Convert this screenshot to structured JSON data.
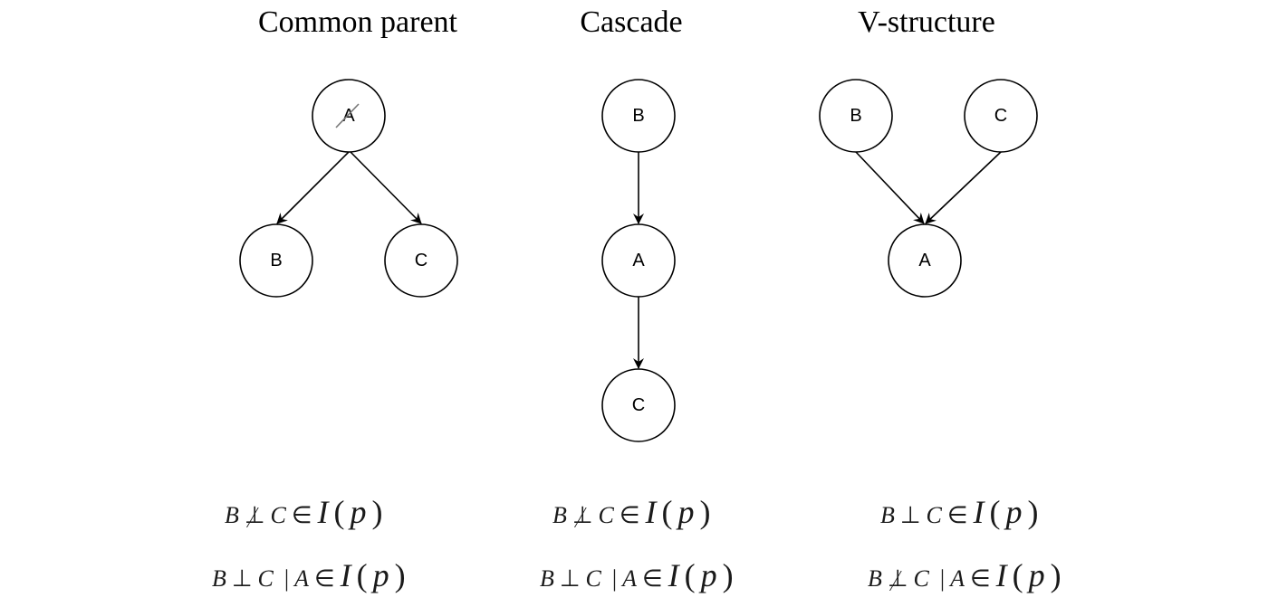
{
  "titles": {
    "common_parent": "Common parent",
    "cascade": "Cascade",
    "v_structure": "V-structure"
  },
  "nodes": {
    "A": "A",
    "B": "B",
    "C": "C"
  },
  "formulas": {
    "var_b": "B",
    "var_c": "C",
    "var_a": "A",
    "perp": "⊥",
    "in": "∈",
    "given": "|",
    "set": "I",
    "arg": "p",
    "lparen": "(",
    "rparen": ")"
  },
  "independence": {
    "common_parent": {
      "marginal": "dependent",
      "conditional": "independent"
    },
    "cascade": {
      "marginal": "dependent",
      "conditional": "independent"
    },
    "v_structure": {
      "marginal": "independent",
      "conditional": "dependent"
    }
  }
}
